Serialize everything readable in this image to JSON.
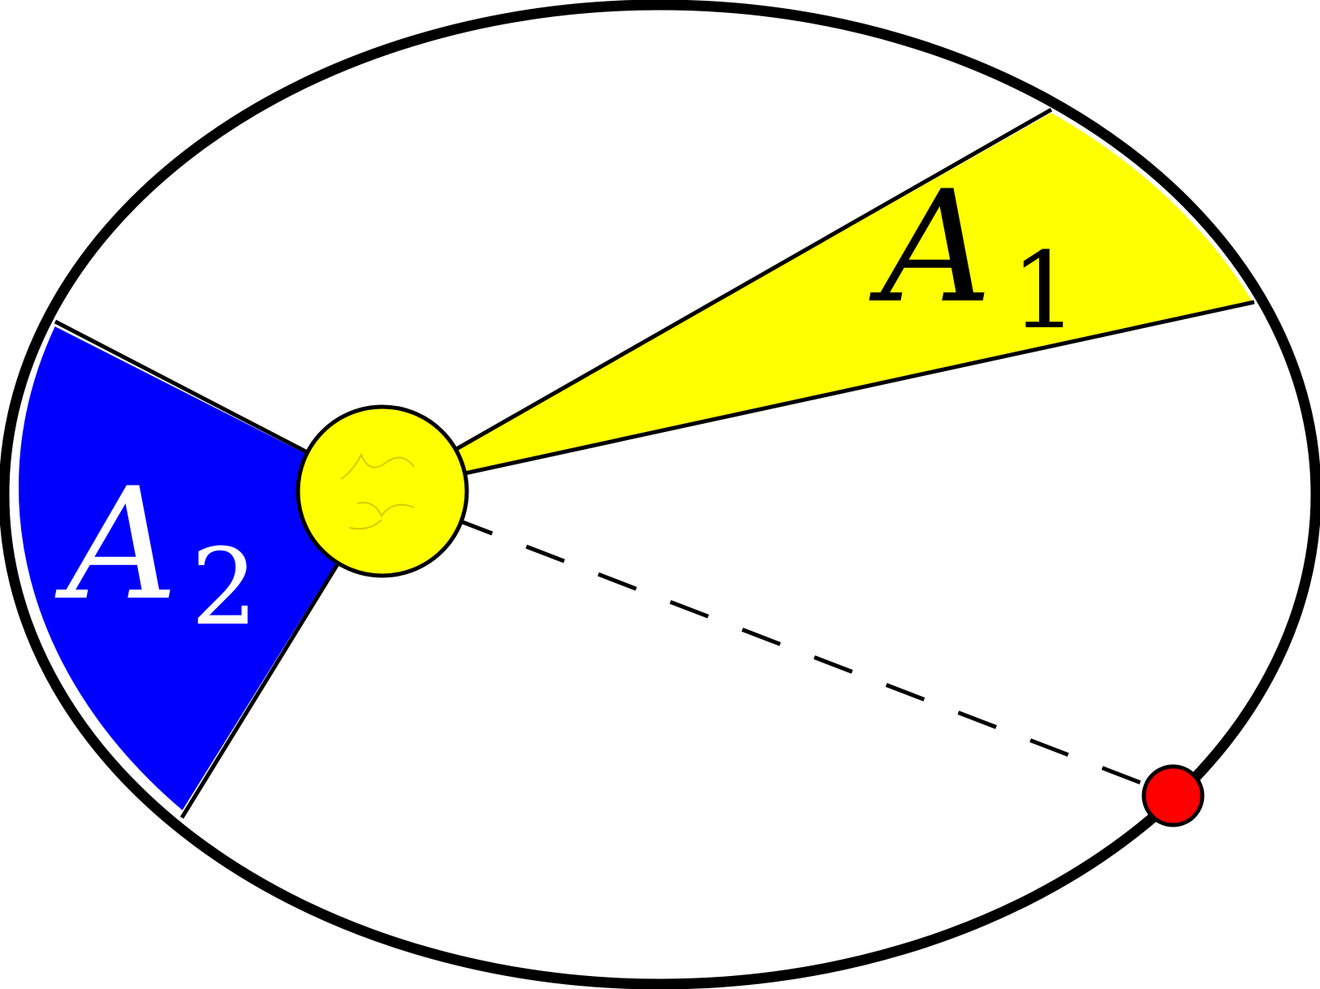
{
  "diagram": {
    "areas": [
      {
        "letter": "A",
        "subscript": "1",
        "fill_color": "#ffff00",
        "text_color": "#000000"
      },
      {
        "letter": "A",
        "subscript": "2",
        "fill_color": "#0000ff",
        "text_color": "#ffffff"
      }
    ],
    "colors": {
      "orbit": "#000000",
      "sun": "#ffff00",
      "planet": "#ff0000",
      "background": "#ffffff"
    },
    "icons": {
      "sun": "sun-icon",
      "planet": "planet-icon"
    }
  }
}
